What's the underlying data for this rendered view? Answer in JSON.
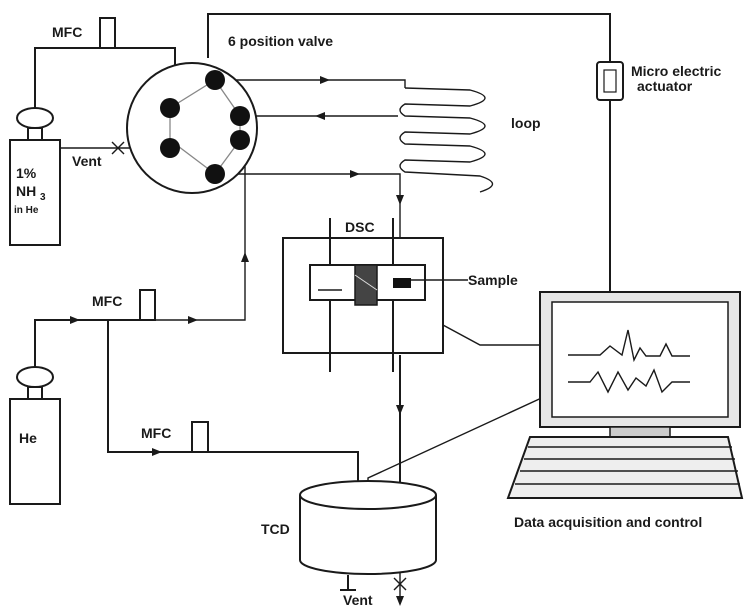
{
  "labels": {
    "valve": "6 position valve",
    "mfc_top": "MFC",
    "mfc_mid": "MFC",
    "mfc_low": "MFC",
    "actuator_line1": "Micro electric",
    "actuator_line2": "actuator",
    "loop": "loop",
    "vent_top": "Vent",
    "vent_bottom": "Vent",
    "nh3_pct": "1%",
    "nh3_formula": "NH",
    "nh3_sub": "3",
    "nh3_carrier": "in He",
    "he": "He",
    "dsc": "DSC",
    "sample": "Sample",
    "tcd": "TCD",
    "daq": "Data acquisition and control"
  }
}
